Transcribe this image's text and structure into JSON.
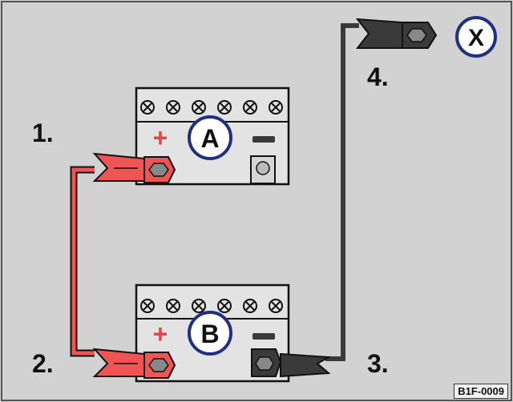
{
  "figure": {
    "code": "B1F-0009",
    "steps": [
      "1.",
      "2.",
      "3.",
      "4."
    ],
    "batteries": [
      {
        "id": "A",
        "plus": "+",
        "minus": "−"
      },
      {
        "id": "B",
        "plus": "+",
        "minus": "−"
      }
    ],
    "ground_point": "X",
    "colors": {
      "background": "#d2d2d2",
      "battery": "#e3e3e3",
      "red_cable": "#f05555",
      "black_cable": "#3a3a3a",
      "plus_sign": "#e04848",
      "label_circle": "#203080",
      "outline": "#111111"
    }
  }
}
